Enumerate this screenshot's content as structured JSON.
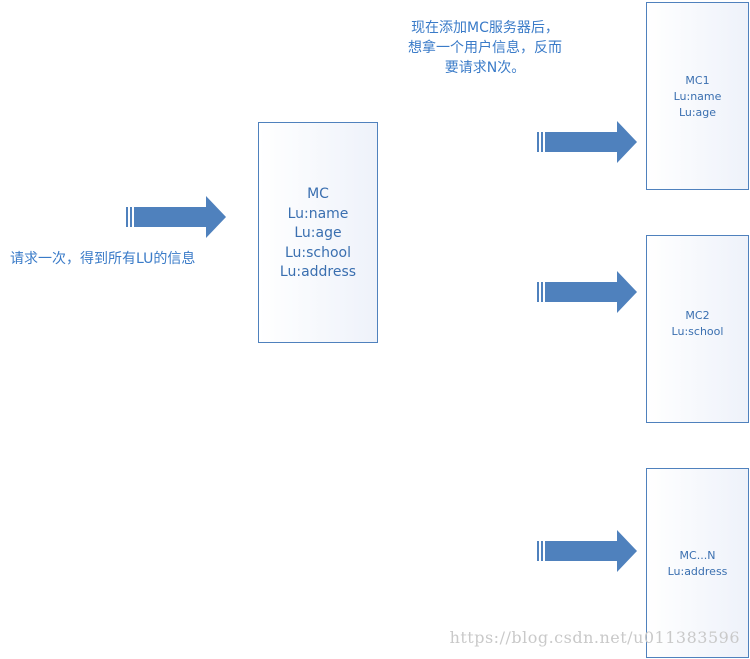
{
  "left_note": "请求一次，得到所有LU的信息",
  "top_note": {
    "line1": "现在添加MC服务器后，",
    "line2": "想拿一个用户信息，反而",
    "line3": "要请求N次。"
  },
  "main_box": {
    "title": "MC",
    "fields": [
      "Lu:name",
      "Lu:age",
      "Lu:school",
      "Lu:address"
    ]
  },
  "servers": [
    {
      "title": "MC1",
      "fields": [
        "Lu:name",
        "Lu:age"
      ]
    },
    {
      "title": "MC2",
      "fields": [
        "Lu:school"
      ]
    },
    {
      "title": "MC...N",
      "fields": [
        "Lu:address"
      ]
    }
  ],
  "watermark": "https://blog.csdn.net/u011383596",
  "colors": {
    "arrow": "#4f81bd",
    "border": "#4f81bd",
    "text": "#3a6fb0",
    "note_text": "#3a7bc8"
  }
}
